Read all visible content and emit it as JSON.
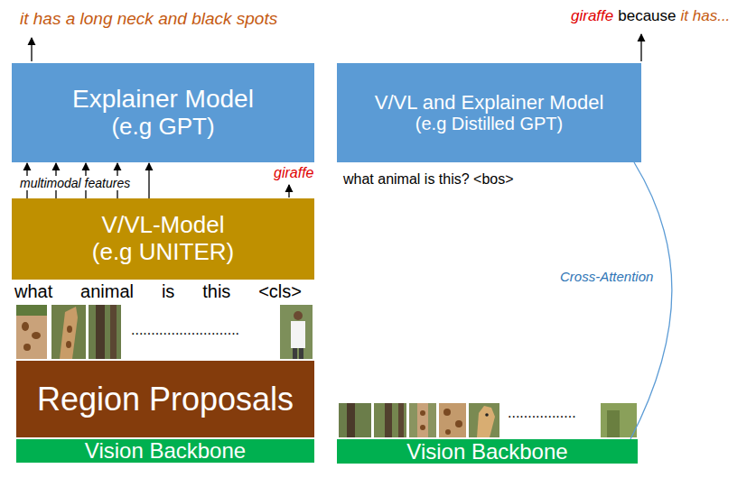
{
  "diagram": {
    "nodes": [
      {
        "text": [
          "Explainer Model",
          "(e.g GPT)"
        ]
      },
      {
        "text": [
          "V/VL-Model",
          "(e.g UNITER)"
        ]
      },
      {
        "text": [
          "Region Proposals"
        ]
      },
      {
        "text": [
          "Vision Backbone"
        ]
      },
      {
        "text": [
          "V/VL and Explainer Model",
          "(e.g Distilled GPT)"
        ]
      },
      {
        "text": [
          "Vision Backbone"
        ]
      }
    ],
    "edges": [
      {
        "from": 1,
        "to": 0,
        "arrow": "to",
        "label": "multimodal features"
      },
      {
        "from": 4,
        "to": 5,
        "arrow": "none",
        "label": "Cross-Attention"
      }
    ],
    "labels": [
      "it has a long neck and black spots",
      "giraffe",
      "what animal is this <cls>",
      "...........................",
      "giraffe",
      "because",
      "it has...",
      "what animal is this? <bos>",
      "................."
    ]
  }
}
